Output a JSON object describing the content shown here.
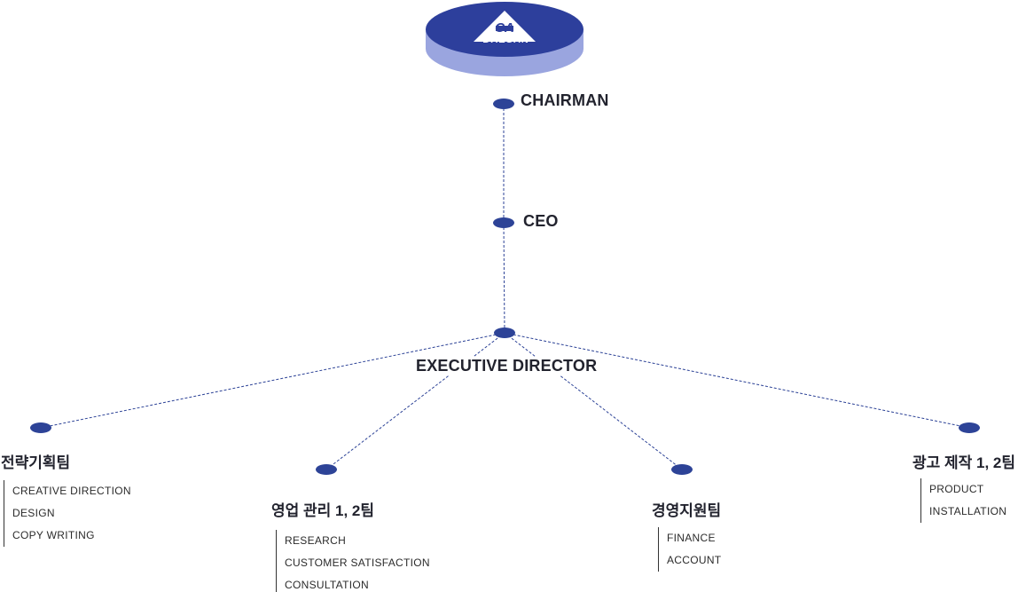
{
  "logo": {
    "text": "DAESAN",
    "mark": "CA",
    "colors": {
      "top": "#2d3f9c",
      "side": "#9aa5df"
    }
  },
  "colors": {
    "node": "#2d4397",
    "line": "#2d4397"
  },
  "nodes": {
    "chairman": "CHAIRMAN",
    "ceo": "CEO",
    "executive": "EXECUTIVE DIRECTOR"
  },
  "teams": [
    {
      "id": "strategy",
      "title": "전략기획팀",
      "items": [
        "CREATIVE DIRECTION",
        "DESIGN",
        "COPY WRITING"
      ]
    },
    {
      "id": "sales",
      "title": "영업 관리 1, 2팀",
      "items": [
        "RESEARCH",
        "CUSTOMER SATISFACTION",
        "CONSULTATION"
      ]
    },
    {
      "id": "management",
      "title": "경영지원팀",
      "items": [
        "FINANCE",
        "ACCOUNT"
      ]
    },
    {
      "id": "production",
      "title": "광고 제작 1, 2팀",
      "items": [
        "PRODUCT",
        "INSTALLATION"
      ]
    }
  ]
}
